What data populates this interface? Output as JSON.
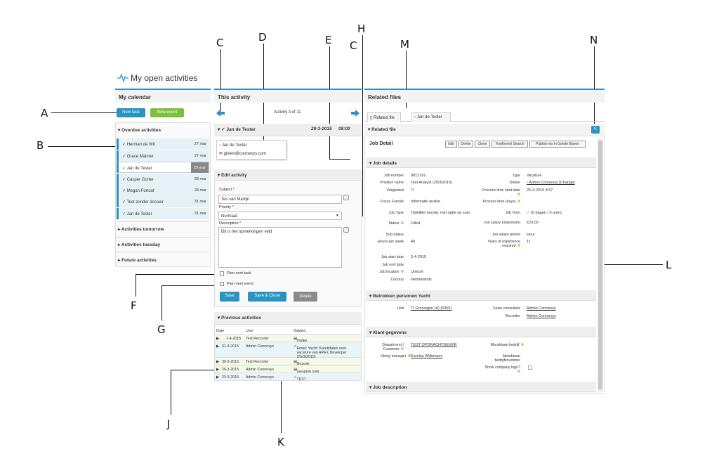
{
  "page": {
    "title": "My open activities"
  },
  "callouts": [
    "A",
    "B",
    "C",
    "D",
    "E",
    "H",
    "C",
    "M",
    "N",
    "L",
    "F",
    "G",
    "J",
    "K"
  ],
  "calendar": {
    "header": "My calendar",
    "new_task": "New task",
    "new_event": "New event",
    "overdue": "Overdue activities",
    "items": [
      {
        "name": "Herman de Wit",
        "date": "27 mar"
      },
      {
        "name": "Grace Maimer",
        "date": "27 mar"
      },
      {
        "name": "Jan de Tester",
        "date": "29 mar"
      },
      {
        "name": "Casper Gorter",
        "date": "28 mar"
      },
      {
        "name": "Megan Fortout",
        "date": "28 mar"
      },
      {
        "name": "Test zonder dossier",
        "date": "31 mar"
      },
      {
        "name": "Jan de Tester",
        "date": "31 mar"
      }
    ],
    "tomorrow": "Activities tomorrow",
    "tuesday": "Activities tuesday",
    "future": "Future activities"
  },
  "activity": {
    "header": "This activity",
    "counter": "Activity 3 of 11",
    "person": "Jan de Tester",
    "date": "28-3-2015",
    "time": "08:00",
    "card_name": "Jan de Tester",
    "card_email": "gielen@connexys.com",
    "edit_title": "Edit activity",
    "subject_label": "Subject *",
    "subject_value": "Tes van Martijn",
    "priority_label": "Priority *",
    "priority_value": "Normaal",
    "description_label": "Description *",
    "description_value": "Dit is het opmerkingen veld",
    "plan_task": "Plan next task",
    "plan_event": "Plan next event",
    "save": "Save",
    "save_close": "Save & Close",
    "delete": "Delete",
    "previous_title": "Previous activities",
    "prev_cols": [
      "Date",
      "User",
      "Subject"
    ],
    "prev_rows": [
      {
        "date": "1-4-2015",
        "user": "Test Recruiter",
        "subject": "Intake gesprek"
      },
      {
        "date": "31-3-2015",
        "user": "Admin Connexys",
        "subject": "Email: Yacht: Kandidaten voor vacature van APEX Developer (25/3/2015)"
      },
      {
        "date": "30-3-2015",
        "user": "Test Recruiter",
        "subject": "Bezoek"
      },
      {
        "date": "26-3-2015",
        "user": "Admin Connexys",
        "subject": "Gesprek over samenwerking"
      },
      {
        "date": "23-3-2015",
        "user": "Admin Connexys",
        "subject": "TEST"
      }
    ]
  },
  "related": {
    "header": "Related files",
    "tab1": "Related file",
    "tab2": "Jan de Tester",
    "section": "Related file",
    "job_detail": "Job Detail",
    "buttons": [
      "Edit",
      "Delete",
      "Clone",
      "TextKernel Search",
      "Publish via In Goede Banen"
    ],
    "job_details_title": "Job details",
    "left_fields": [
      {
        "label": "Job number",
        "value": "9012192"
      },
      {
        "label": "Position name",
        "value": "Test Analyst (25/3/2015)"
      },
      {
        "label": "Vakgebied",
        "value": "IT"
      },
      {
        "label": "Focus Functie",
        "value": "Informatie analist"
      },
      {
        "label": "Job Type",
        "value": "Tijdelijke functie, met optie op vast"
      },
      {
        "label": "Status",
        "value": "Filled"
      },
      {
        "label": "Sub-status",
        "value": ""
      },
      {
        "label": "Hours per week",
        "value": "40"
      },
      {
        "label": "Job start date",
        "value": "3-4-2015"
      },
      {
        "label": "Job end date",
        "value": ""
      },
      {
        "label": "Job location",
        "value": "Utrecht"
      },
      {
        "label": "Country",
        "value": "Netherlands"
      }
    ],
    "right_fields": [
      {
        "label": "Type",
        "value": "Vacature"
      },
      {
        "label": "Owner",
        "value": "Admin Connexys [Change]"
      },
      {
        "label": "Process time start date",
        "value": "25-3-2015 8:57"
      },
      {
        "label": "Process time (days)",
        "value": ""
      },
      {
        "label": "Job Term",
        "value": "(0 dagen / 0 uren)"
      },
      {
        "label": "Job salary (maximum)",
        "value": "€20,00"
      },
      {
        "label": "Job salary period",
        "value": "Hour"
      },
      {
        "label": "Years of experience required",
        "value": "11"
      }
    ],
    "betrokken_title": "Betrokken personen Yacht",
    "unit_label": "Unit",
    "unit_value": "IT Groningen (A) (6355)",
    "sales_label": "Sales consultant",
    "sales_value": "Admin Connexys",
    "recruiter_label": "Recruiter",
    "recruiter_value": "Admin Connexys",
    "klant_title": "Klant gegevens",
    "dept_label": "Department / Customer",
    "dept_value": "TEST OPDRACHTGEVER",
    "hiring_label": "Hiring manager",
    "hiring_value": "Karolus Willemsen",
    "mondriaan_label": "Mondriaan bedrijf",
    "mondriaan_nr_label": "Mondriaan bedrijfsnummer",
    "show_logo_label": "Show company logo?",
    "job_desc_title": "Job description"
  },
  "colors": {
    "accent": "#2b93c0",
    "green": "#7fbf3f",
    "gray_button": "#8a8a8a"
  }
}
